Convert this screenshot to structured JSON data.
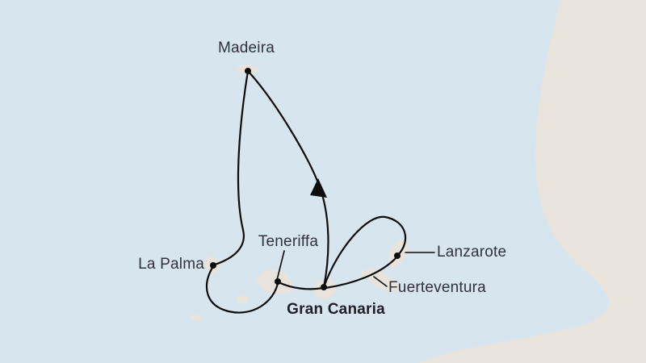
{
  "map": {
    "colors": {
      "sea": "#d7e5ef",
      "land": "#e8e4dc",
      "route": "#0d0d0d",
      "label": "#32323c"
    },
    "labels": [
      {
        "id": "madeira",
        "text": "Madeira"
      },
      {
        "id": "la-palma",
        "text": "La Palma"
      },
      {
        "id": "teneriffa",
        "text": "Teneriffa"
      },
      {
        "id": "gran-canaria",
        "text": "Gran Canaria"
      },
      {
        "id": "lanzarote",
        "text": "Lanzarote"
      },
      {
        "id": "fuerteventura",
        "text": "Fuerteventura"
      }
    ]
  }
}
